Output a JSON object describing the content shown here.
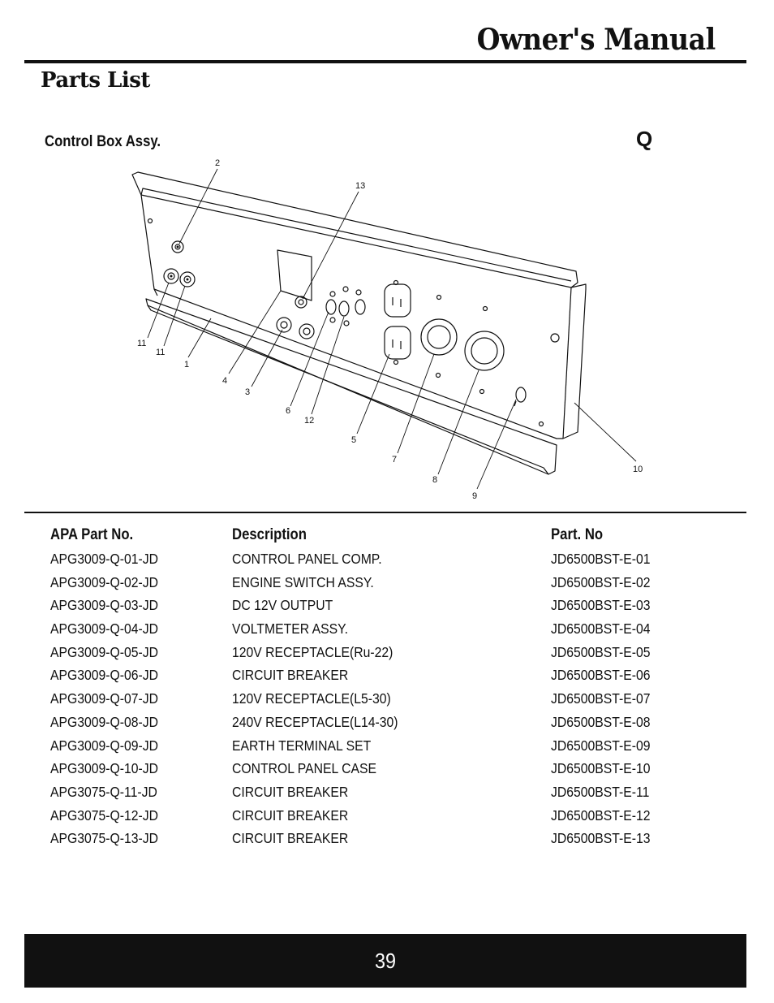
{
  "header": {
    "title": "Owner's Manual"
  },
  "section": {
    "title": "Parts List",
    "assembly": "Control Box Assy.",
    "code": "Q"
  },
  "diagram": {
    "callouts": [
      "2",
      "13",
      "11",
      "11",
      "1",
      "4",
      "3",
      "6",
      "12",
      "5",
      "7",
      "8",
      "9",
      "10"
    ]
  },
  "table": {
    "headers": {
      "apa": "APA Part No.",
      "description": "Description",
      "part": "Part. No"
    },
    "rows": [
      {
        "apa": "APG3009-Q-01-JD",
        "description": "CONTROL PANEL COMP.",
        "part": "JD6500BST-E-01"
      },
      {
        "apa": "APG3009-Q-02-JD",
        "description": "ENGINE SWITCH ASSY.",
        "part": "JD6500BST-E-02"
      },
      {
        "apa": "APG3009-Q-03-JD",
        "description": "DC 12V OUTPUT",
        "part": "JD6500BST-E-03"
      },
      {
        "apa": "APG3009-Q-04-JD",
        "description": "VOLTMETER ASSY.",
        "part": "JD6500BST-E-04"
      },
      {
        "apa": "APG3009-Q-05-JD",
        "description": "120V RECEPTACLE(Ru-22)",
        "part": "JD6500BST-E-05"
      },
      {
        "apa": "APG3009-Q-06-JD",
        "description": "CIRCUIT BREAKER",
        "part": "JD6500BST-E-06"
      },
      {
        "apa": "APG3009-Q-07-JD",
        "description": "120V RECEPTACLE(L5-30)",
        "part": "JD6500BST-E-07"
      },
      {
        "apa": "APG3009-Q-08-JD",
        "description": "240V RECEPTACLE(L14-30)",
        "part": "JD6500BST-E-08"
      },
      {
        "apa": "APG3009-Q-09-JD",
        "description": "EARTH TERMINAL SET",
        "part": "JD6500BST-E-09"
      },
      {
        "apa": "APG3009-Q-10-JD",
        "description": "CONTROL PANEL CASE",
        "part": "JD6500BST-E-10"
      },
      {
        "apa": "APG3075-Q-11-JD",
        "description": "CIRCUIT BREAKER",
        "part": "JD6500BST-E-11"
      },
      {
        "apa": "APG3075-Q-12-JD",
        "description": "CIRCUIT BREAKER",
        "part": "JD6500BST-E-12"
      },
      {
        "apa": "APG3075-Q-13-JD",
        "description": "CIRCUIT BREAKER",
        "part": "JD6500BST-E-13"
      }
    ]
  },
  "footer": {
    "page_number": "39"
  }
}
